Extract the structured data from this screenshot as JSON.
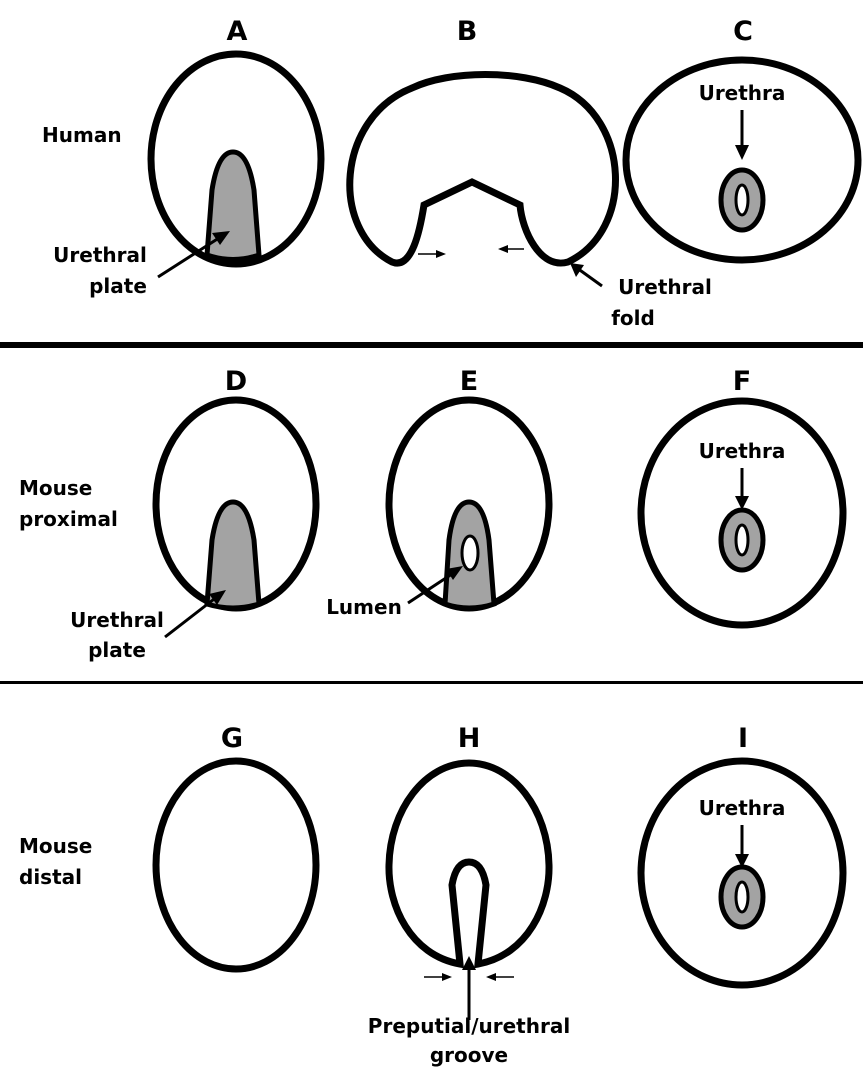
{
  "panels": {
    "a": "A",
    "b": "B",
    "c": "C",
    "d": "D",
    "e": "E",
    "f": "F",
    "g": "G",
    "h": "H",
    "i": "I"
  },
  "rows": {
    "human": "Human",
    "mouse_proximal_line1": "Mouse",
    "mouse_proximal_line2": "proximal",
    "mouse_distal_line1": "Mouse",
    "mouse_distal_line2": "distal"
  },
  "labels": {
    "urethral_plate_a_line1": "Urethral",
    "urethral_plate_a_line2": "plate",
    "urethral_fold_line1": "Urethral",
    "urethral_fold_line2": "fold",
    "urethra_c": "Urethra",
    "urethral_plate_d_line1": "Urethral",
    "urethral_plate_d_line2": "plate",
    "lumen_e": "Lumen",
    "urethra_f": "Urethra",
    "urethra_i": "Urethra",
    "groove_line1": "Preputial/urethral",
    "groove_line2": "groove"
  },
  "colors": {
    "outline": "#000000",
    "epithelium_fill": "#a3a3a3",
    "background": "#ffffff"
  }
}
